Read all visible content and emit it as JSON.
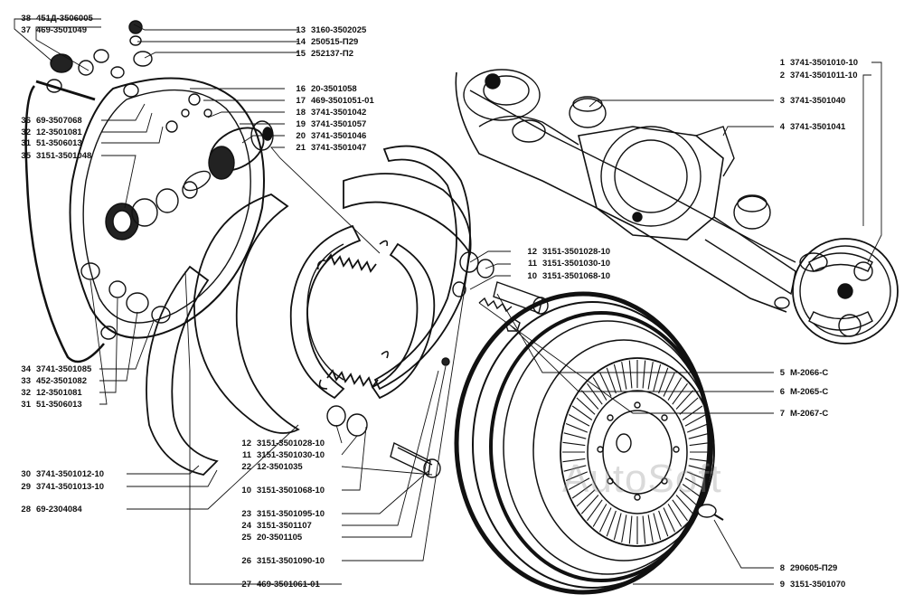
{
  "watermark": "AutoSoft",
  "callouts": [
    {
      "num": "38",
      "code": "451Д-3506005"
    },
    {
      "num": "37",
      "code": "469-3501049"
    },
    {
      "num": "13",
      "code": "3160-3502025"
    },
    {
      "num": "14",
      "code": "250515-П29"
    },
    {
      "num": "15",
      "code": "252137-П2"
    },
    {
      "num": "16",
      "code": "20-3501058"
    },
    {
      "num": "17",
      "code": "469-3501051-01"
    },
    {
      "num": "18",
      "code": "3741-3501042"
    },
    {
      "num": "19",
      "code": "3741-3501057"
    },
    {
      "num": "20",
      "code": "3741-3501046"
    },
    {
      "num": "21",
      "code": "3741-3501047"
    },
    {
      "num": "36",
      "code": "69-3507068"
    },
    {
      "num": "32",
      "code": "12-3501081"
    },
    {
      "num": "31",
      "code": "51-3506013"
    },
    {
      "num": "35",
      "code": "3151-3501048"
    },
    {
      "num": "1",
      "code": "3741-3501010-10"
    },
    {
      "num": "2",
      "code": "3741-3501011-10"
    },
    {
      "num": "3",
      "code": "3741-3501040"
    },
    {
      "num": "4",
      "code": "3741-3501041"
    },
    {
      "num": "12",
      "code": "3151-3501028-10"
    },
    {
      "num": "11",
      "code": "3151-3501030-10"
    },
    {
      "num": "10",
      "code": "3151-3501068-10"
    },
    {
      "num": "34",
      "code": "3741-3501085"
    },
    {
      "num": "33",
      "code": "452-3501082"
    },
    {
      "num": "32",
      "code": "12-3501081"
    },
    {
      "num": "31",
      "code": "51-3506013"
    },
    {
      "num": "5",
      "code": "М-2066-С"
    },
    {
      "num": "6",
      "code": "М-2065-С"
    },
    {
      "num": "7",
      "code": "М-2067-С"
    },
    {
      "num": "12",
      "code": "3151-3501028-10"
    },
    {
      "num": "11",
      "code": "3151-3501030-10"
    },
    {
      "num": "22",
      "code": "12-3501035"
    },
    {
      "num": "30",
      "code": "3741-3501012-10"
    },
    {
      "num": "29",
      "code": "3741-3501013-10"
    },
    {
      "num": "10",
      "code": "3151-3501068-10"
    },
    {
      "num": "28",
      "code": "69-2304084"
    },
    {
      "num": "23",
      "code": "3151-3501095-10"
    },
    {
      "num": "24",
      "code": "3151-3501107"
    },
    {
      "num": "25",
      "code": "20-3501105"
    },
    {
      "num": "26",
      "code": "3151-3501090-10"
    },
    {
      "num": "8",
      "code": "290605-П29"
    },
    {
      "num": "27",
      "code": "469-3501061-01"
    },
    {
      "num": "9",
      "code": "3151-3501070"
    }
  ]
}
